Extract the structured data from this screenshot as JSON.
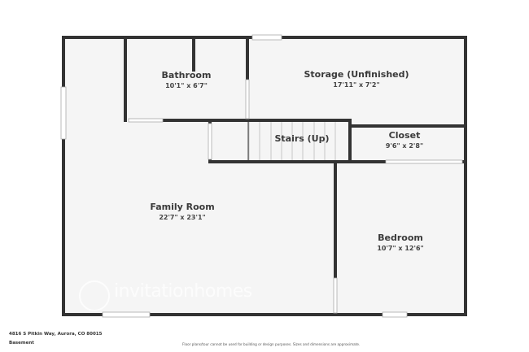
{
  "floorplan": {
    "level": "Basement",
    "address": "4816 S Pitkin Way, Aurora, CO 80015",
    "disclaimer": "Floor plans/tour cannot be used for building or design purposes. Sizes and dimensions are approximate.",
    "watermark": "invitationhomes",
    "colors": {
      "wall": "#333333",
      "floor": "#f5f5f5",
      "background": "#ffffff",
      "text": "#3a3a3a"
    },
    "rooms": [
      {
        "name": "Bathroom",
        "dimensions": "10'1\" x 6'7\""
      },
      {
        "name": "Storage (Unfinished)",
        "dimensions": "17'11\" x 7'2\""
      },
      {
        "name": "Stairs (Up)",
        "dimensions": ""
      },
      {
        "name": "Closet",
        "dimensions": "9'6\" x 2'8\""
      },
      {
        "name": "Family Room",
        "dimensions": "22'7\" x 23'1\""
      },
      {
        "name": "Bedroom",
        "dimensions": "10'7\" x 12'6\""
      }
    ]
  }
}
